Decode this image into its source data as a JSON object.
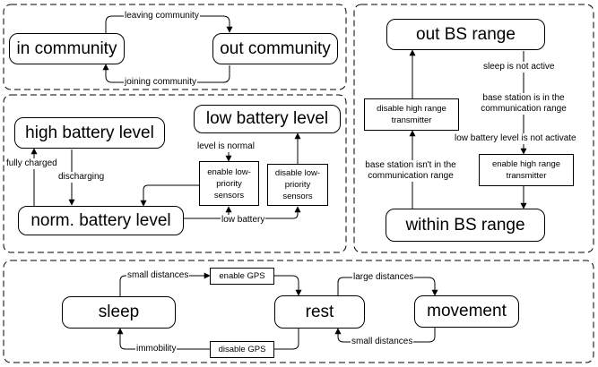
{
  "panels": {
    "community": {
      "states": {
        "in": "in community",
        "out": "out community"
      },
      "edges": {
        "leaving": "leaving community",
        "joining": "joining community"
      }
    },
    "battery": {
      "states": {
        "high": "high battery level",
        "low": "low battery level",
        "normal": "norm. battery level"
      },
      "actions": {
        "enable_low": "enable low-priority sensors",
        "disable_low": "disable low-priority sensors"
      },
      "edges": {
        "fully_charged": "fully charged",
        "discharging": "discharging",
        "level_normal": "level is normal",
        "low_battery": "low battery"
      }
    },
    "bs_range": {
      "states": {
        "out": "out BS range",
        "within": "within BS range"
      },
      "actions": {
        "disable_high": "disable high range transmitter",
        "enable_high": "enable high range transmitter"
      },
      "edges": {
        "sleep_not_active": "sleep is not active",
        "bs_in_range": "base station is in the communication range",
        "low_battery_not_active": "low battery level is not activate",
        "bs_not_in_range": "base station isn't in the communication range"
      }
    },
    "mobility": {
      "states": {
        "sleep": "sleep",
        "rest": "rest",
        "movement": "movement"
      },
      "actions": {
        "enable_gps": "enable GPS",
        "disable_gps": "disable GPS"
      },
      "edges": {
        "small_distances_top": "small distances",
        "large_distances": "large distances",
        "small_distances_bottom": "small distances",
        "immobility": "immobility"
      }
    }
  }
}
